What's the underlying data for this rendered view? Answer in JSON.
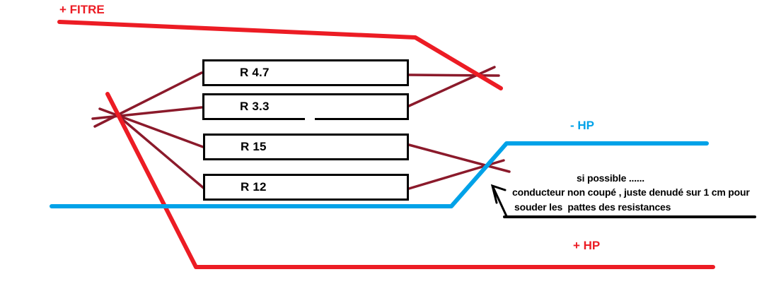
{
  "diagram": {
    "title_context": "speaker attenuator wiring sketch",
    "wire_labels": {
      "filter_plus": "+ FITRE",
      "hp_minus": "- HP",
      "hp_plus": "+ HP"
    },
    "resistors": [
      {
        "label": "R 4.7",
        "value_ohms": 4.7
      },
      {
        "label": "R 3.3",
        "value_ohms": 3.3
      },
      {
        "label": "R 15",
        "value_ohms": 15
      },
      {
        "label": "R 12",
        "value_ohms": 12
      }
    ],
    "note": {
      "line1": "si possible ......",
      "line2": "conducteur non coupé , juste denudé sur 1 cm pour",
      "line3": "souder les  pattes des resistances"
    },
    "colors": {
      "wire_red": "#ec1c24",
      "wire_blue": "#00a2e8",
      "resistor_lead_dark_red": "#8b1a2b",
      "ink_black": "#000000"
    }
  }
}
